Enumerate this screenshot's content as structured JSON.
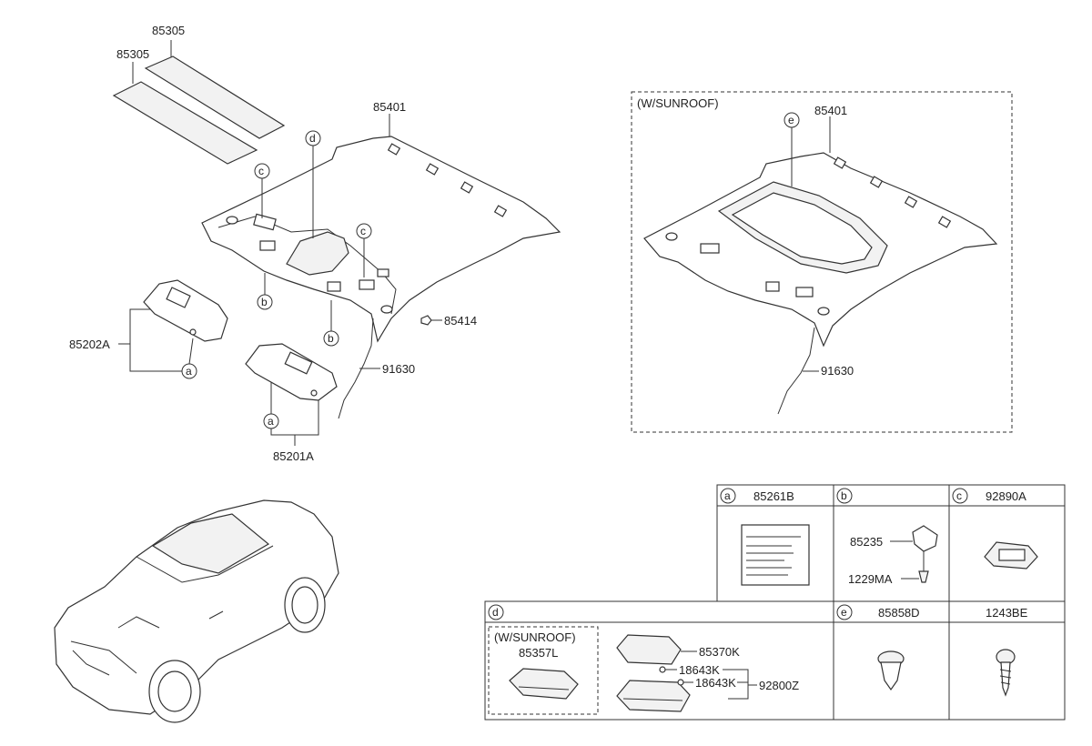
{
  "labels": {
    "p85305_top": "85305",
    "p85305_left": "85305",
    "p85401_main": "85401",
    "p85401_sun": "85401",
    "p85202A": "85202A",
    "p85201A": "85201A",
    "p85414": "85414",
    "p91630_main": "91630",
    "p91630_sun": "91630",
    "sunroof_title": "(W/SUNROOF)",
    "call_a": "a",
    "call_b": "b",
    "call_c": "c",
    "call_d": "d",
    "call_e": "e"
  },
  "table": {
    "a_code": "85261B",
    "c_code": "92890A",
    "b_p85235": "85235",
    "b_p1229MA": "1229MA",
    "d_sunroof": "(W/SUNROOF)",
    "d_p85357L": "85357L",
    "d_p85370K": "85370K",
    "d_p18643K_1": "18643K",
    "d_p18643K_2": "18643K",
    "d_p92800Z": "92800Z",
    "e_code": "85858D",
    "f_code": "1243BE"
  }
}
